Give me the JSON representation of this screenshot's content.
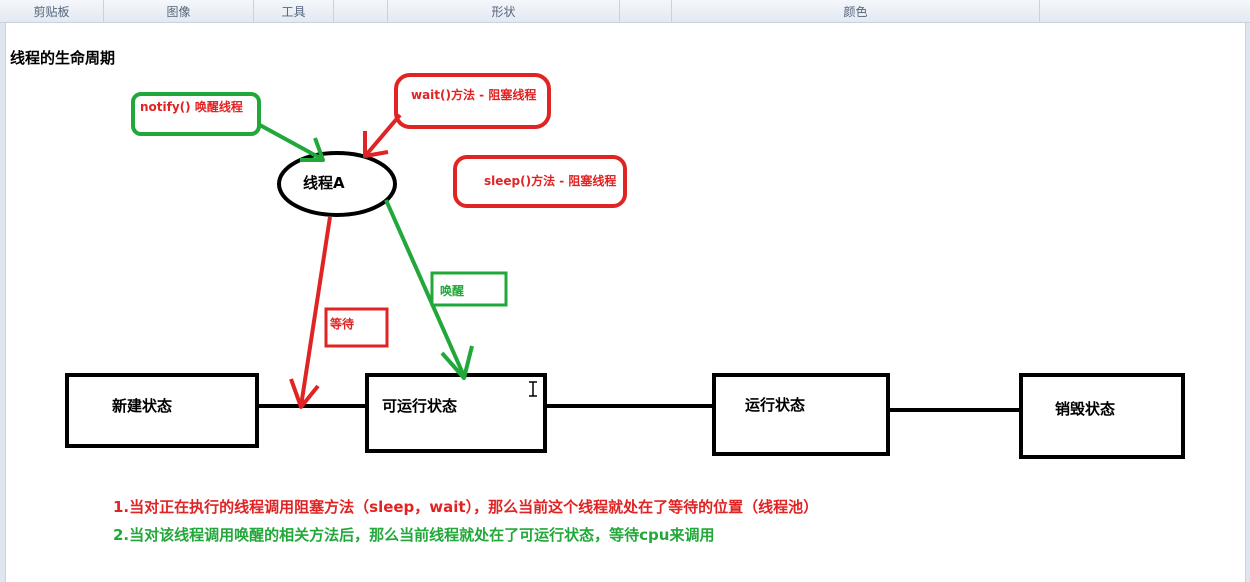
{
  "ribbon": {
    "groups": [
      "剪贴板",
      "图像",
      "工具",
      "形状",
      "颜色"
    ]
  },
  "page_title": "线程的生命周期",
  "thread": {
    "label": "线程A"
  },
  "callouts": {
    "notify": "notify() 唤醒线程",
    "wait": "wait()方法 - 阻塞线程",
    "sleep": "sleep()方法 - 阻塞线程",
    "wake": "唤醒",
    "waiting": "等待"
  },
  "states": [
    "新建状态",
    "可运行状态",
    "运行状态",
    "销毁状态"
  ],
  "notes": [
    "1.当对正在执行的线程调用阻塞方法（sleep，wait），那么当前这个线程就处在了等待的位置（线程池）",
    "2.当对该线程调用唤醒的相关方法后，那么当前线程就处在了可运行状态，等待cpu来调用"
  ],
  "colors": {
    "red": "#e02424",
    "green": "#22a83a",
    "black": "#000000"
  },
  "cursor_icon": "text-cursor-icon"
}
